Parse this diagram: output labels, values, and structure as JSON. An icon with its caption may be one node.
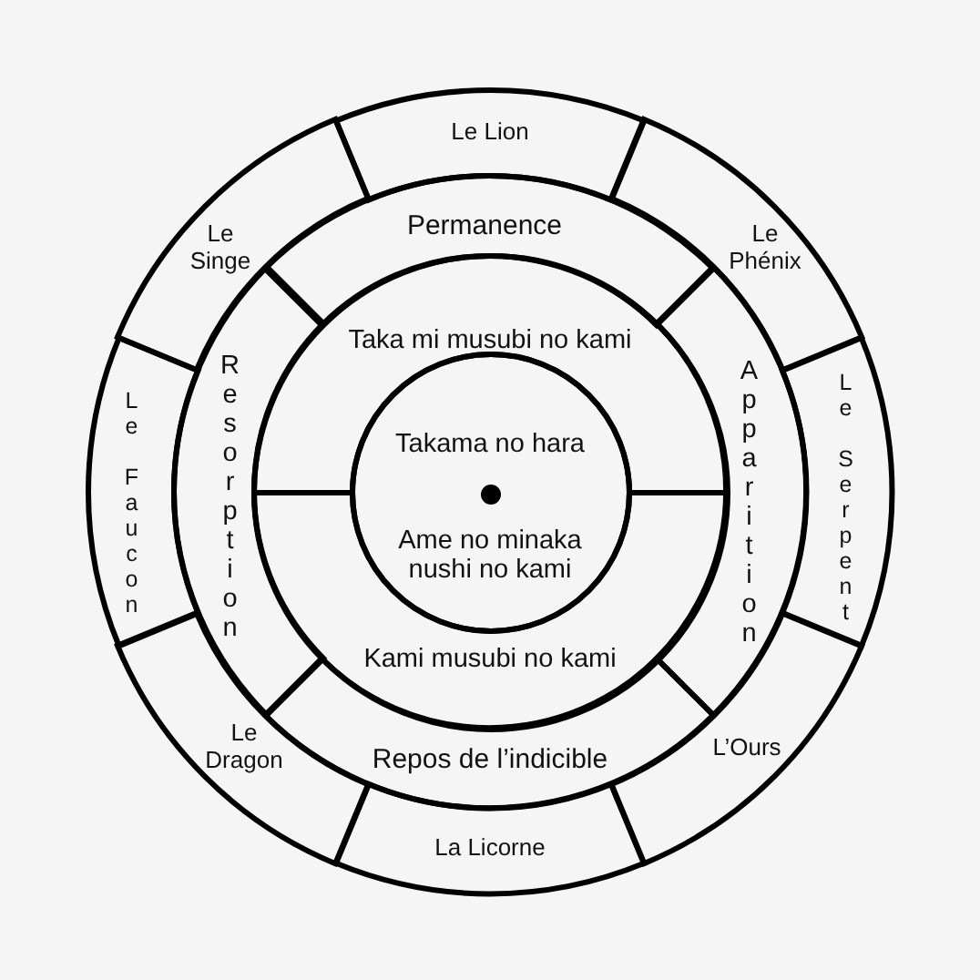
{
  "diagram": {
    "nodes": [
      {
        "text": [
          "Le Lion"
        ]
      },
      {
        "text": [
          "Le Phénix"
        ]
      },
      {
        "text": [
          "Le Serpent"
        ]
      },
      {
        "text": [
          "L’Ours"
        ]
      },
      {
        "text": [
          "La Licorne"
        ]
      },
      {
        "text": [
          "Le Dragon"
        ]
      },
      {
        "text": [
          "Le Faucon"
        ]
      },
      {
        "text": [
          "Le Singe"
        ]
      },
      {
        "text": [
          "Permanence"
        ]
      },
      {
        "text": [
          "Apparition"
        ]
      },
      {
        "text": [
          "Repos de l’indicible"
        ]
      },
      {
        "text": [
          "Resorption"
        ]
      },
      {
        "text": [
          "Taka mi musubi no kami"
        ]
      },
      {
        "text": [
          "Kami musubi no kami"
        ]
      },
      {
        "text": [
          "Takama no hara",
          "Ame no minaka nushi no kami"
        ]
      }
    ]
  }
}
